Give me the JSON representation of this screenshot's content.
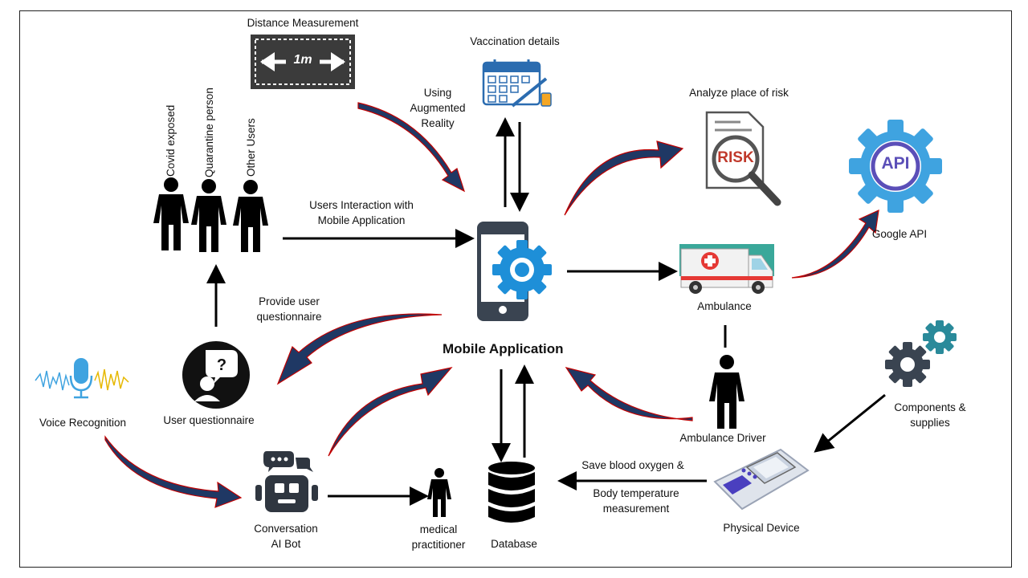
{
  "labels": {
    "distance": "Distance Measurement",
    "distance_sign": "1m",
    "vaccination": "Vaccination details",
    "ar_1": "Using",
    "ar_2": "Augmented",
    "ar_3": "Reality",
    "risk": "Analyze place of risk",
    "risk_word": "RISK",
    "api_word": "API",
    "google_api": "Google API",
    "covid": "Covid exposed",
    "quarantine": "Quarantine person",
    "other": "Other Users",
    "interaction_1": "Users Interaction with",
    "interaction_2": "Mobile Application",
    "mobile_app": "Mobile Application",
    "ambulance": "Ambulance",
    "provide_1": "Provide user",
    "provide_2": "questionnaire",
    "questionnaire": "User questionnaire",
    "voice": "Voice Recognition",
    "bot_1": "Conversation",
    "bot_2": "AI Bot",
    "medical_1": "medical",
    "medical_2": "practitioner",
    "database": "Database",
    "save_1": "Save blood oxygen &",
    "save_2": "Body temperature",
    "save_3": "measurement",
    "driver": "Ambulance Driver",
    "components_1": "Components  &",
    "components_2": "supplies",
    "physical": "Physical Device"
  },
  "colors": {
    "curved_arrow_fill": "#1f3864",
    "curved_arrow_edge": "#c00000",
    "gear_blue": "#1e8fd8",
    "gear_teal": "#2a8a9a",
    "api_gear": "#3fa3e0",
    "api_purple": "#5b4fb8",
    "risk_red": "#c0392b",
    "ambulance_teal": "#3aa89a"
  }
}
